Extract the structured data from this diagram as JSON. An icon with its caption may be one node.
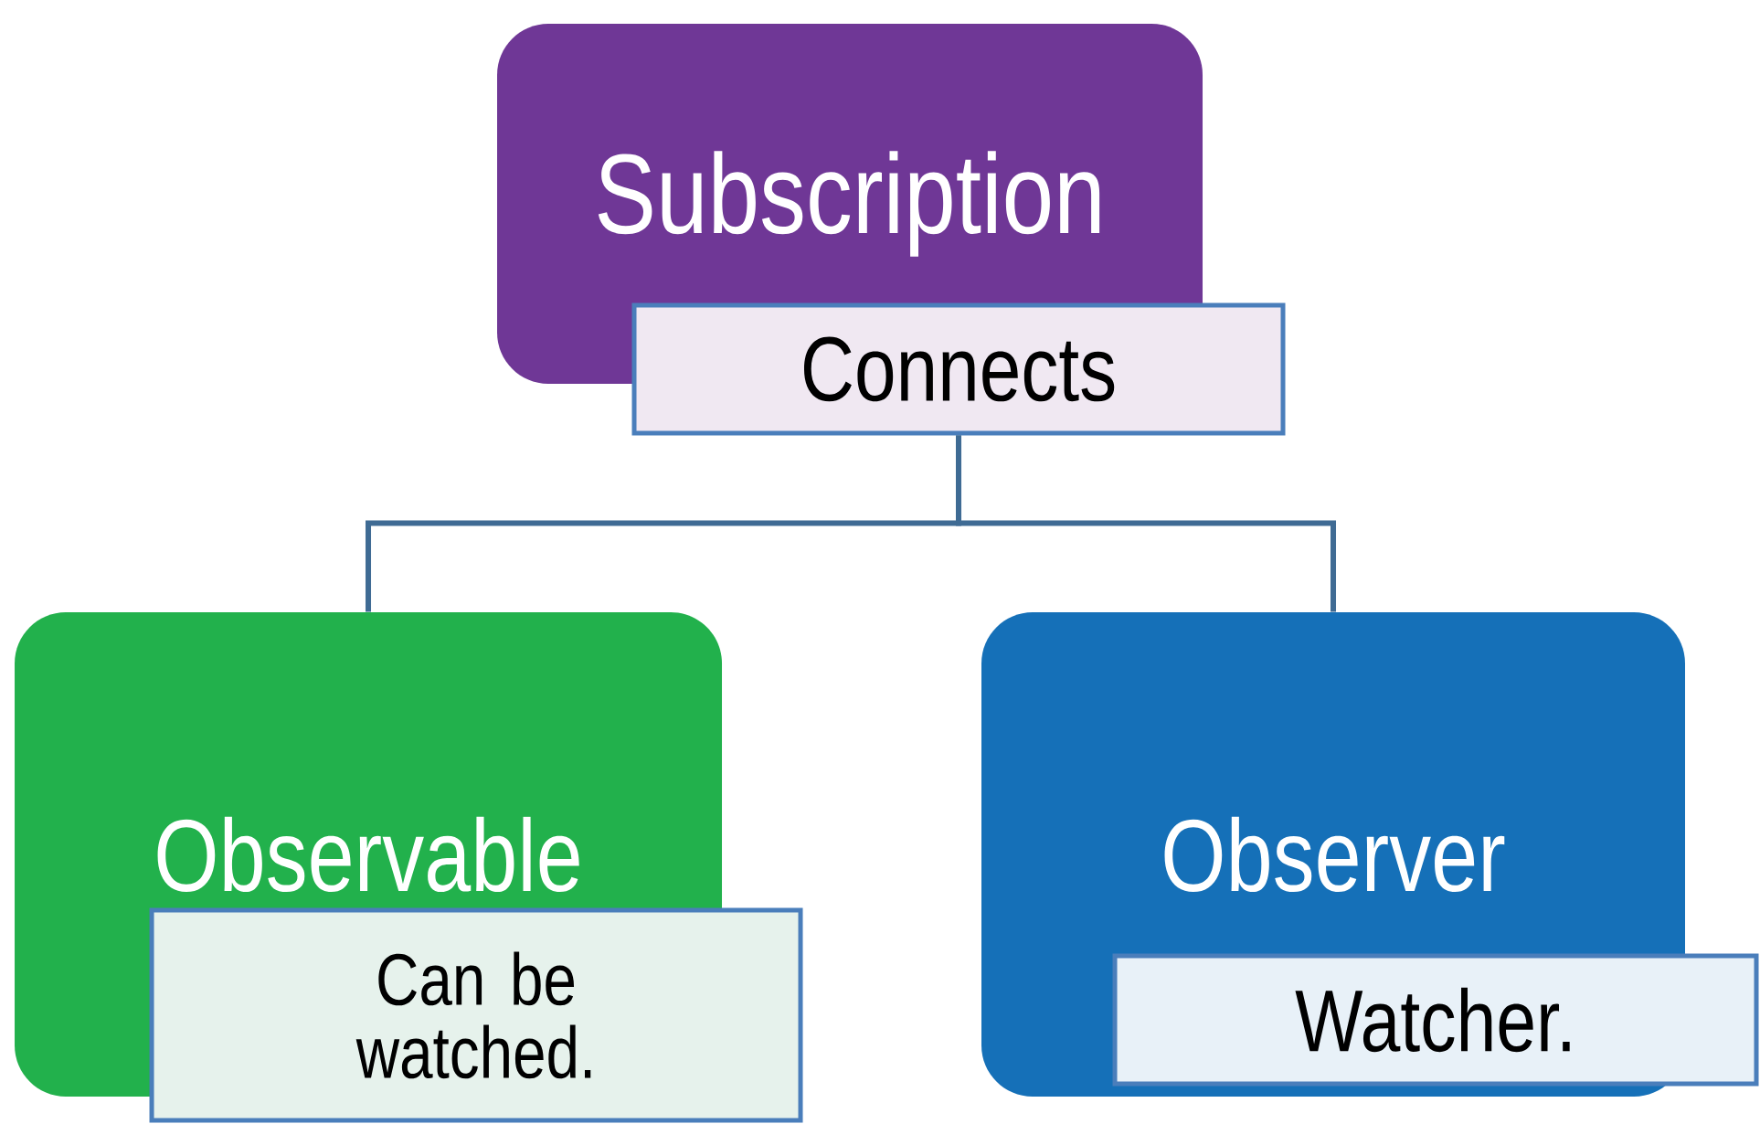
{
  "diagram": {
    "nodes": [
      {
        "text": [
          "Subscription"
        ]
      },
      {
        "text": [
          "Connects"
        ]
      },
      {
        "text": [
          "Observable"
        ]
      },
      {
        "text": [
          "Can be watched."
        ]
      },
      {
        "text": [
          "Observer"
        ]
      },
      {
        "text": [
          "Watcher."
        ]
      }
    ],
    "edges": [
      {
        "from": 1,
        "to": 2,
        "arrow": "none"
      },
      {
        "from": 1,
        "to": 4,
        "arrow": "none"
      }
    ]
  }
}
